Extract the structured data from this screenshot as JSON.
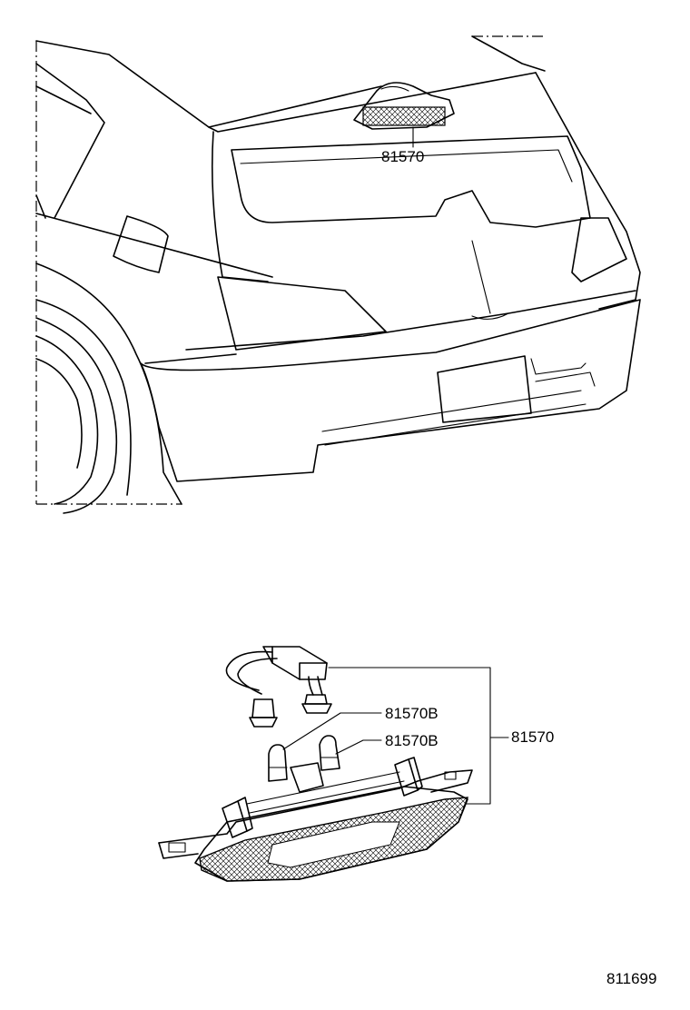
{
  "callouts": {
    "assembly_top": "81570",
    "bulb_upper": "81570B",
    "bulb_lower": "81570B",
    "assembly_side": "81570"
  },
  "illustration_id": "811699"
}
